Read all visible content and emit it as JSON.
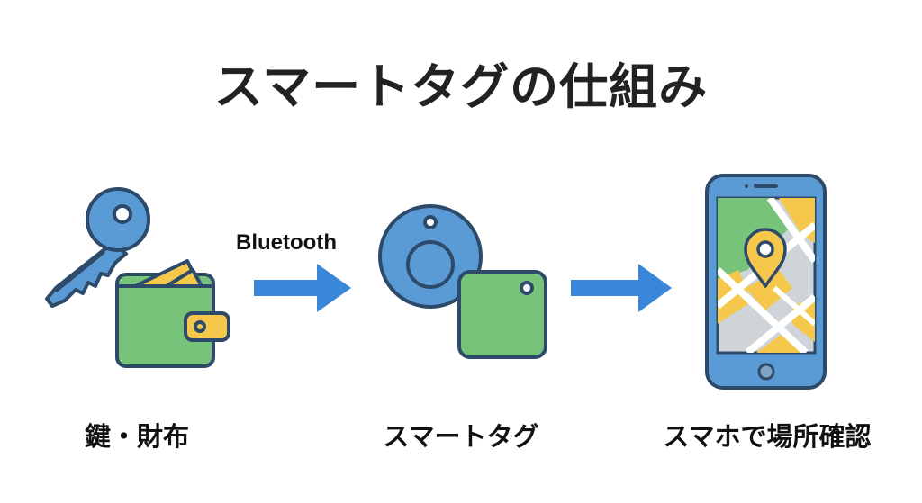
{
  "title": "スマートタグの仕組み",
  "connection_label": "Bluetooth",
  "steps": [
    {
      "label": "鍵・財布",
      "icons": [
        "key-icon",
        "wallet-icon"
      ]
    },
    {
      "label": "スマートタグ",
      "icons": [
        "round-tag-icon",
        "square-tag-icon"
      ]
    },
    {
      "label": "スマホで場所確認",
      "icons": [
        "smartphone-map-icon",
        "location-pin-icon"
      ]
    }
  ],
  "colors": {
    "outline": "#2d4a6b",
    "blue": "#5b9bd5",
    "arrow_blue": "#3a86d8",
    "green": "#77c37a",
    "yellow": "#f5c84c",
    "map_gray": "#cfd4d8",
    "text": "#222222"
  }
}
